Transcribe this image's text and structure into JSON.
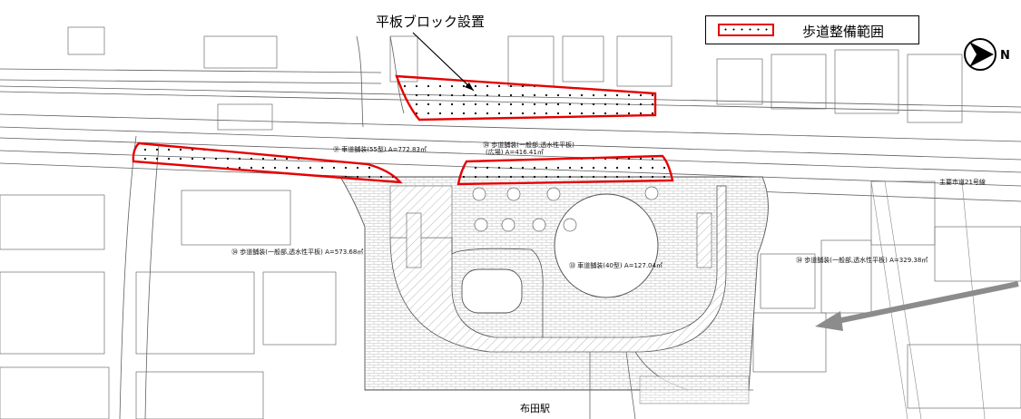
{
  "callout": {
    "text": "平板ブロック設置"
  },
  "legend": {
    "label": "歩道整備範囲",
    "color": "#e60000"
  },
  "station": {
    "text": "布田駅"
  },
  "north_arrow": {
    "letter": "N",
    "icon": "north-arrow-icon"
  },
  "annotations": {
    "a31": "㉛ 車道舗装(55型) A=772.83㎡",
    "a34_top": "㉞ 歩道舗装(一般部,透水性平板)",
    "a34_top_sub": "(広場) A=416.41㎡",
    "a34_left": "㉞ 歩道舗装(一般部,透水性平板) A=573.68㎡",
    "a33": "㉝ 車道舗装(40型) A=127.04㎡",
    "a34_right": "㉞ 歩道舗装(一般部,透水性平板) A=329.38㎡",
    "road_right": "主要市道21号線"
  },
  "colors": {
    "highlight": "#e60000",
    "arrow": "#8c8c8c",
    "line": "#555555"
  }
}
